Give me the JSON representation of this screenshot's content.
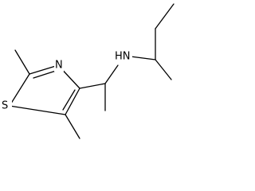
{
  "molecule": {
    "atom_labels": {
      "nitrogen_amine": "HN",
      "nitrogen_ring": "N",
      "sulfur": "S"
    },
    "colors": {
      "bond": "#000000",
      "label": "#000000",
      "background": "#ffffff"
    }
  }
}
